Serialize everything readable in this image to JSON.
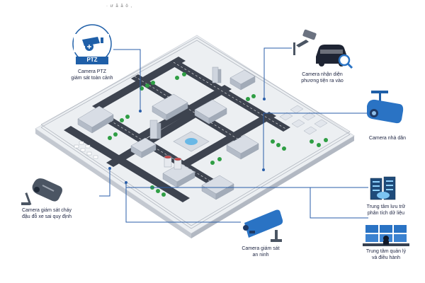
{
  "header_fragment": "· ư ã ă ô ,",
  "colors": {
    "primary_blue": "#1f5fa8",
    "line_blue": "#2a5ea8",
    "road": "#3a3f4a",
    "ground": "#e9ecef",
    "tree": "#2f9e44",
    "icon_gray": "#4b5563"
  },
  "nodes": {
    "ptz": {
      "badge": "PTZ",
      "line1": "Camera PTZ",
      "line2": "giám sát toàn cảnh",
      "icon": "ptz-camera-icon"
    },
    "plate": {
      "line1": "Camera nhận diện",
      "line2": "phương tiện ra vào",
      "icon": "license-plate-camera-icon"
    },
    "home": {
      "line1": "Camera nhà dân",
      "icon": "home-camera-icon"
    },
    "storage": {
      "line1": "Trung tâm lưu trữ",
      "line2": "phân tích dữ liệu",
      "icon": "data-center-icon"
    },
    "control": {
      "line1": "Trung tâm quản lý",
      "line2": "và điều hành",
      "icon": "control-room-icon"
    },
    "security": {
      "line1": "Camera giám sát",
      "line2": "an ninh",
      "icon": "security-camera-icon"
    },
    "fire": {
      "line1": "Camera giám sát cháy",
      "line2": "đậu đỗ xe sai quy định",
      "icon": "fire-parking-camera-icon"
    }
  }
}
